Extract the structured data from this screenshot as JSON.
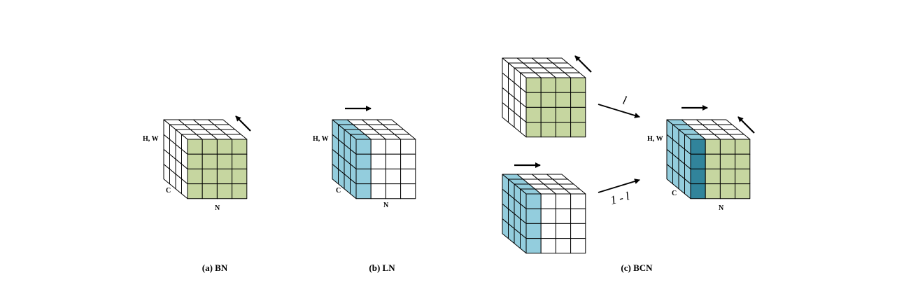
{
  "colors": {
    "green": "#c6d6a0",
    "light_blue": "#93cddd",
    "dark_blue": "#31849b",
    "white": "#ffffff",
    "stroke": "#000000"
  },
  "panels": {
    "bn": {
      "caption": "(a) BN",
      "axis_hw": "H, W",
      "axis_c": "C",
      "axis_n": "N"
    },
    "ln": {
      "caption": "(b) LN",
      "axis_hw": "H, W",
      "axis_c": "C",
      "axis_n": "N"
    },
    "bcn": {
      "caption": "(c) BCN",
      "axis_hw": "H, W",
      "axis_c": "C",
      "axis_n": "N",
      "weight_top": "l",
      "weight_bottom": "1 - l"
    }
  }
}
